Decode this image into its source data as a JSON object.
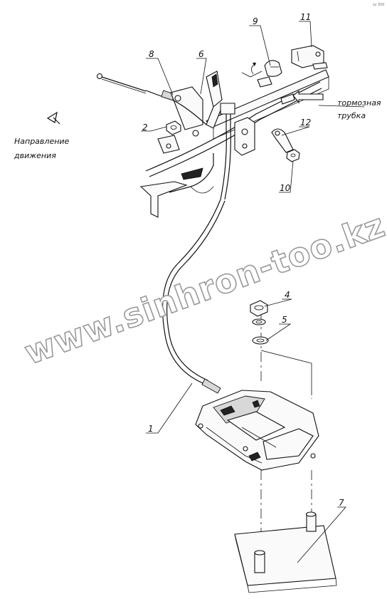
{
  "diagram": {
    "direction_label": [
      "Направление",
      "движения"
    ],
    "brake_tube_label": [
      "тормозная",
      "трубка"
    ],
    "callouts": [
      "1",
      "2",
      "4",
      "5",
      "6",
      "7",
      "8",
      "9",
      "10",
      "11",
      "12"
    ],
    "watermark": "www.sinhron-too.kz",
    "corner_mark": "zz 300"
  }
}
